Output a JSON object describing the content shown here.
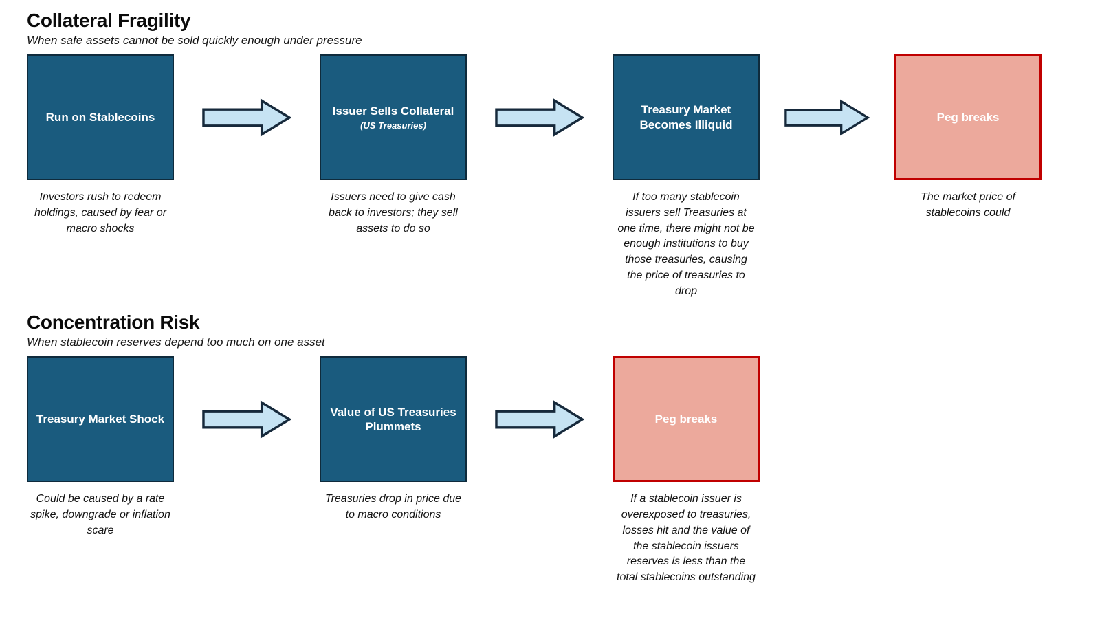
{
  "colors": {
    "dark_fill": "#1A5B7E",
    "dark_border": "#0F2B3C",
    "danger_fill": "#ECA99C",
    "danger_border": "#C00000",
    "arrow_fill": "#C6E3F3",
    "arrow_stroke": "#16293B",
    "text": "#111111",
    "node_text": "#FFFFFF"
  },
  "sections": [
    {
      "title": "Collateral Fragility",
      "subtitle": "When safe assets cannot be sold quickly enough under pressure",
      "steps": [
        {
          "title": "Run on Stablecoins",
          "caption": "Investors rush to redeem holdings, caused by fear or macro shocks"
        },
        {
          "title": "Issuer Sells Collateral",
          "subtitle": "(US Treasuries)",
          "caption": "Issuers need to give cash back to investors; they sell assets to do so"
        },
        {
          "title": "Treasury Market Becomes Illiquid",
          "caption": "If too many stablecoin issuers sell Treasuries at one time, there might not be enough institutions to buy those treasuries, causing the price of treasuries to drop"
        },
        {
          "title": "Peg breaks",
          "caption": "The market price of stablecoins could"
        }
      ]
    },
    {
      "title": "Concentration Risk",
      "subtitle": "When stablecoin reserves depend too much on one asset",
      "steps": [
        {
          "title": "Treasury Market Shock",
          "caption": "Could be caused by a rate spike, downgrade or inflation scare"
        },
        {
          "title": "Value of US Treasuries Plummets",
          "caption": "Treasuries drop in price due to macro conditions"
        },
        {
          "title": "Peg breaks",
          "caption": "If a stablecoin issuer is overexposed to treasuries, losses hit and the value of the stablecoin issuers reserves is less than the total stablecoins outstanding"
        }
      ]
    }
  ]
}
